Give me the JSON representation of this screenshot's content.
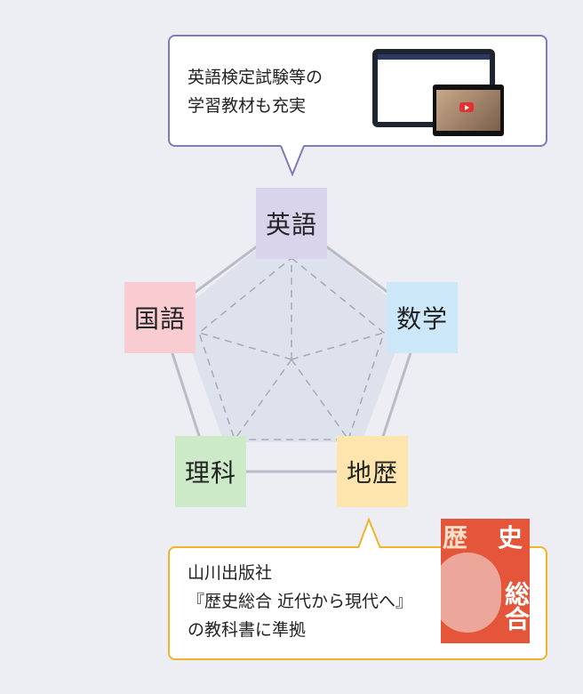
{
  "top_bubble": {
    "line1": "英語検定試験等の",
    "line2": "学習教材も充実"
  },
  "bottom_bubble": {
    "line1": "山川出版社",
    "line2": "『歴史総合 近代から現代へ』",
    "line3": "の教科書に準拠"
  },
  "subjects": {
    "english": {
      "label": "英語",
      "color": "#d9d4ec"
    },
    "math": {
      "label": "数学",
      "color": "#cbe7f8"
    },
    "geohistory": {
      "label": "地歴",
      "color": "#fde5ad"
    },
    "science": {
      "label": "理科",
      "color": "#cdeac8"
    },
    "japanese": {
      "label": "国語",
      "color": "#f9ccd2"
    }
  },
  "book": {
    "char1": "歴",
    "char2": "史",
    "char3": "総合"
  },
  "colors": {
    "top_border": "#7f79bd",
    "bottom_border": "#f0b42b",
    "pentagon_line": "#b9bcc6",
    "pentagon_fill": "#dcdfea"
  }
}
